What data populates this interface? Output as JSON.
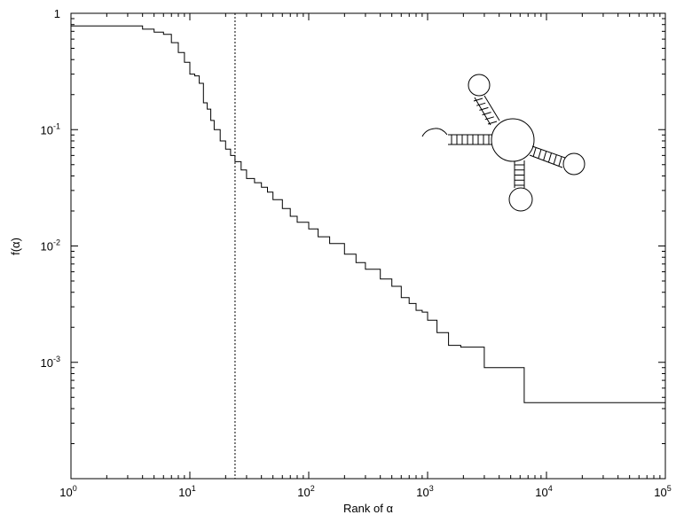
{
  "chart_data": {
    "type": "line",
    "xlabel": "Rank of α",
    "ylabel": "f(α)",
    "xscale": "log",
    "yscale": "log",
    "xlim": [
      1,
      100000
    ],
    "ylim": [
      0.0001,
      1
    ],
    "grid": false,
    "legend": "none",
    "x_ticks": [
      {
        "value": 1,
        "base": "10",
        "exp": "0"
      },
      {
        "value": 10,
        "base": "10",
        "exp": "1"
      },
      {
        "value": 100,
        "base": "10",
        "exp": "2"
      },
      {
        "value": 1000,
        "base": "10",
        "exp": "3"
      },
      {
        "value": 10000,
        "base": "10",
        "exp": "4"
      },
      {
        "value": 100000,
        "base": "10",
        "exp": "5"
      }
    ],
    "y_ticks": [
      {
        "value": 1,
        "text": "1"
      },
      {
        "value": 0.1,
        "base": "10",
        "exp": "-1"
      },
      {
        "value": 0.01,
        "base": "10",
        "exp": "-2"
      },
      {
        "value": 0.001,
        "base": "10",
        "exp": "-3"
      }
    ],
    "series": [
      {
        "style": "step",
        "color": "#000000",
        "x": [
          1,
          3,
          4,
          5,
          6,
          7,
          8,
          9,
          10,
          11,
          12,
          13,
          14,
          15,
          16,
          18,
          20,
          22,
          24,
          27,
          30,
          35,
          40,
          45,
          50,
          60,
          70,
          80,
          100,
          120,
          150,
          200,
          250,
          300,
          400,
          500,
          600,
          700,
          800,
          900,
          1000,
          1200,
          1500,
          1900,
          3000,
          6500,
          100000
        ],
        "y": [
          0.78,
          0.78,
          0.73,
          0.69,
          0.66,
          0.56,
          0.46,
          0.38,
          0.3,
          0.29,
          0.25,
          0.17,
          0.15,
          0.12,
          0.1,
          0.08,
          0.068,
          0.06,
          0.053,
          0.045,
          0.038,
          0.035,
          0.032,
          0.029,
          0.025,
          0.021,
          0.018,
          0.016,
          0.014,
          0.012,
          0.0105,
          0.0085,
          0.0072,
          0.0063,
          0.0052,
          0.0045,
          0.0036,
          0.0032,
          0.0028,
          0.0027,
          0.0023,
          0.0018,
          0.0014,
          0.00135,
          0.0009,
          0.00045,
          0.00045
        ]
      }
    ],
    "vline": {
      "x": 24,
      "style": "dotted"
    },
    "inset": {
      "type": "rna-secondary-structure-drawing",
      "position": "upper-right"
    }
  }
}
